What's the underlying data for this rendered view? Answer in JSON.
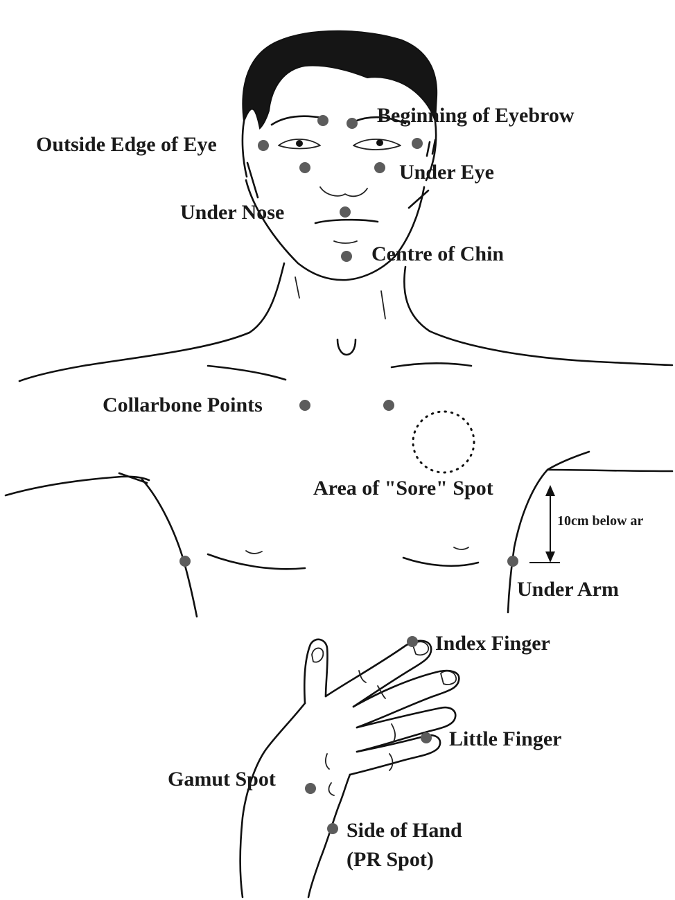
{
  "labels": {
    "beginning_of_eyebrow": "Beginning of Eyebrow",
    "outside_edge_of_eye": "Outside Edge of Eye",
    "under_eye": "Under Eye",
    "under_nose": "Under Nose",
    "centre_of_chin": "Centre of Chin",
    "collarbone_points": "Collarbone Points",
    "area_of_sore_spot": "Area of \"Sore\" Spot",
    "ten_cm_below_arm": "10cm below ar",
    "under_arm": "Under Arm",
    "index_finger": "Index Finger",
    "little_finger": "Little Finger",
    "gamut_spot": "Gamut Spot",
    "side_of_hand_line1": "Side of Hand",
    "side_of_hand_line2": "(PR Spot)"
  },
  "colors": {
    "ink": "#111111",
    "point": "#5c5c5c",
    "background": "#ffffff"
  }
}
